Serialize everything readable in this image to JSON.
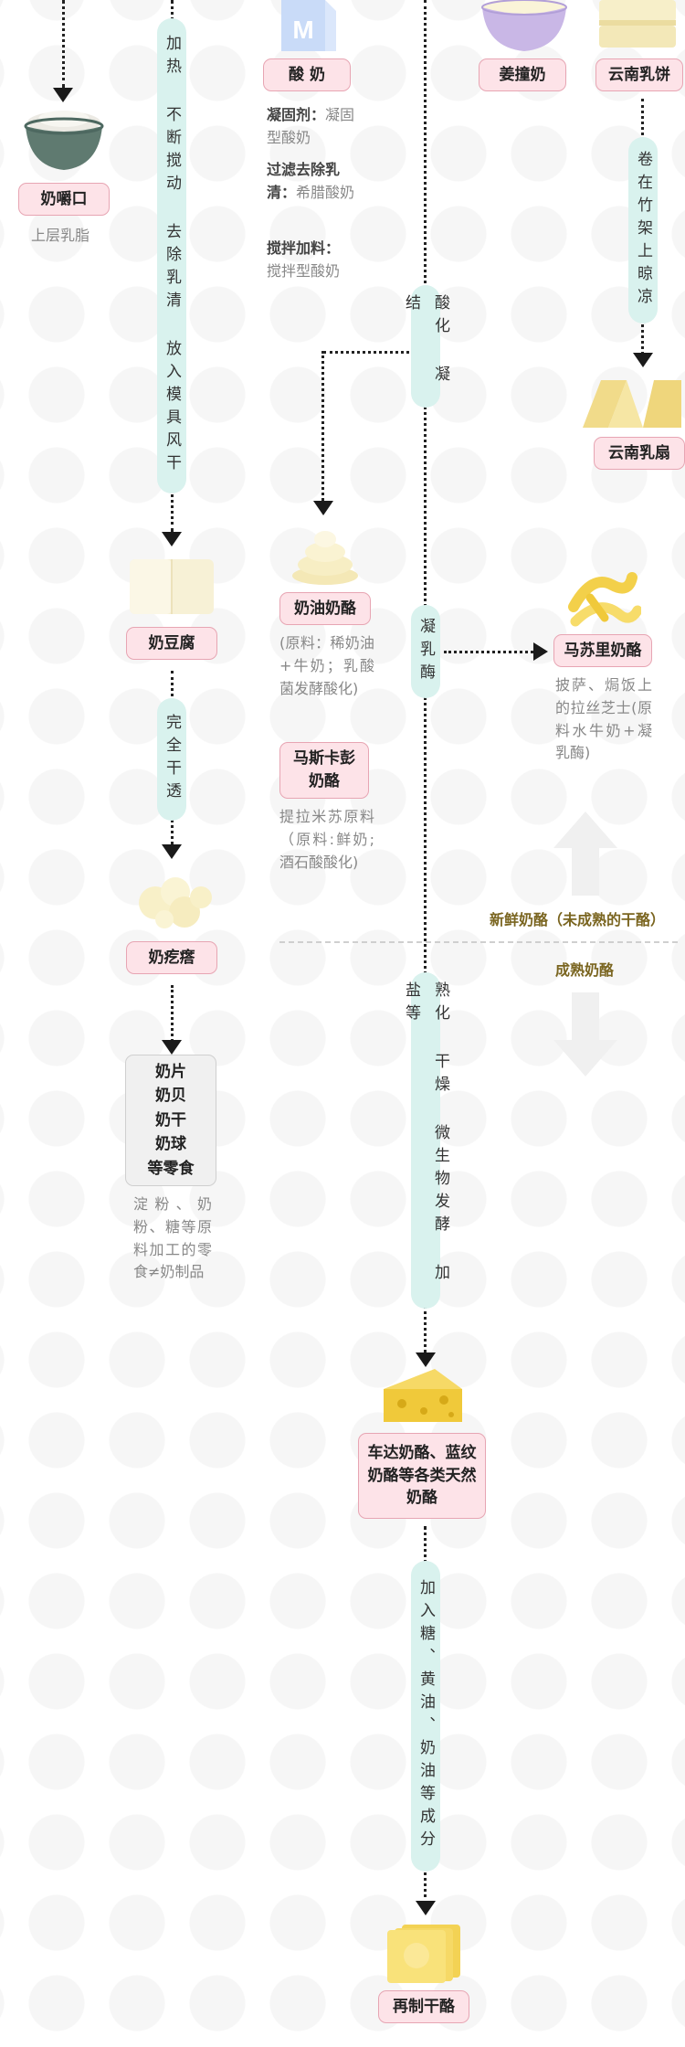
{
  "col1": {
    "nai_jiao_kou": "奶嚼口",
    "shang_ceng_ru_zhi": "上层乳脂",
    "process_heat": "加热 不断搅动 去除乳清 放入模具风干",
    "nai_dou_fu": "奶豆腐",
    "process_dry": "完全干透",
    "nai_ge_da": "奶疙瘩",
    "snacks_label": "奶片\n奶贝\n奶干\n奶球\n等零食",
    "snacks_note": "淀粉、奶粉、糖等原料加工的零食≠奶制品"
  },
  "col2": {
    "yogurt": "酸 奶",
    "desc1_bold": "凝固剂：",
    "desc1_text": "凝固型酸奶",
    "desc2_bold": "过滤去除乳清：",
    "desc2_text": "希腊酸奶",
    "desc3_bold": "搅拌加料：",
    "desc3_text": "搅拌型酸奶",
    "cream_cheese": "奶油奶酪",
    "cream_cheese_note": "(原料：稀奶油+牛奶；乳酸菌发酵酸化)",
    "mascarpone": "马斯卡彭奶酪",
    "mascarpone_note": "提拉米苏原料（原料:鲜奶; 酒石酸酸化)"
  },
  "col3": {
    "process_acid": "酸化 凝结",
    "process_rennet": "凝乳酶",
    "process_ripen": "熟化 干燥 微生物发酵 加盐等",
    "natural_cheese": "车达奶酪、蓝纹奶酪等各类天然奶酪",
    "process_add": "加入糖、黄油、奶油等成分",
    "processed_cheese": "再制干酪"
  },
  "col4": {
    "jiang_zhuang_nai": "姜撞奶",
    "rubing": "云南乳饼",
    "process_roll": "卷在竹架上晾凉",
    "rushan": "云南乳扇",
    "mozzarella": "马苏里奶酪",
    "mozzarella_note": "披萨、焗饭上 的拉丝芝士(原料水牛奶+凝乳酶)"
  },
  "stages": {
    "fresh": "新鲜奶酪（未成熟的干酪）",
    "aged": "成熟奶酪"
  },
  "colors": {
    "pill": "#d9f2ee",
    "label_bg": "#fde3e8",
    "label_border": "#e7a5b3",
    "stage_text": "#7a6520"
  }
}
